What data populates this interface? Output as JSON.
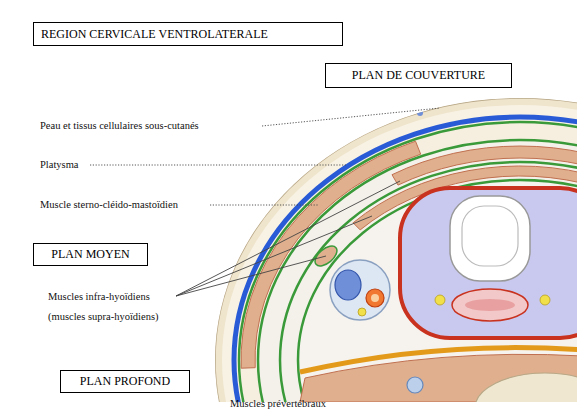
{
  "diagram": {
    "title": "REGION CERVICALE VENTROLATERALE",
    "nodes": [
      {
        "text": [
          "PLAN DE COUVERTURE"
        ]
      },
      {
        "text": [
          "PLAN MOYEN"
        ]
      },
      {
        "text": [
          "PLAN PROFOND"
        ]
      }
    ],
    "labels": [
      "Peau et tissus cellulaires sous-cutanés",
      "Platysma",
      "Muscle sterno-cléido-mastoïdien",
      "Muscles infra-hyoïdiens",
      "(muscles supra-hyoïdiens)",
      "Muscles prévertébraux"
    ]
  }
}
